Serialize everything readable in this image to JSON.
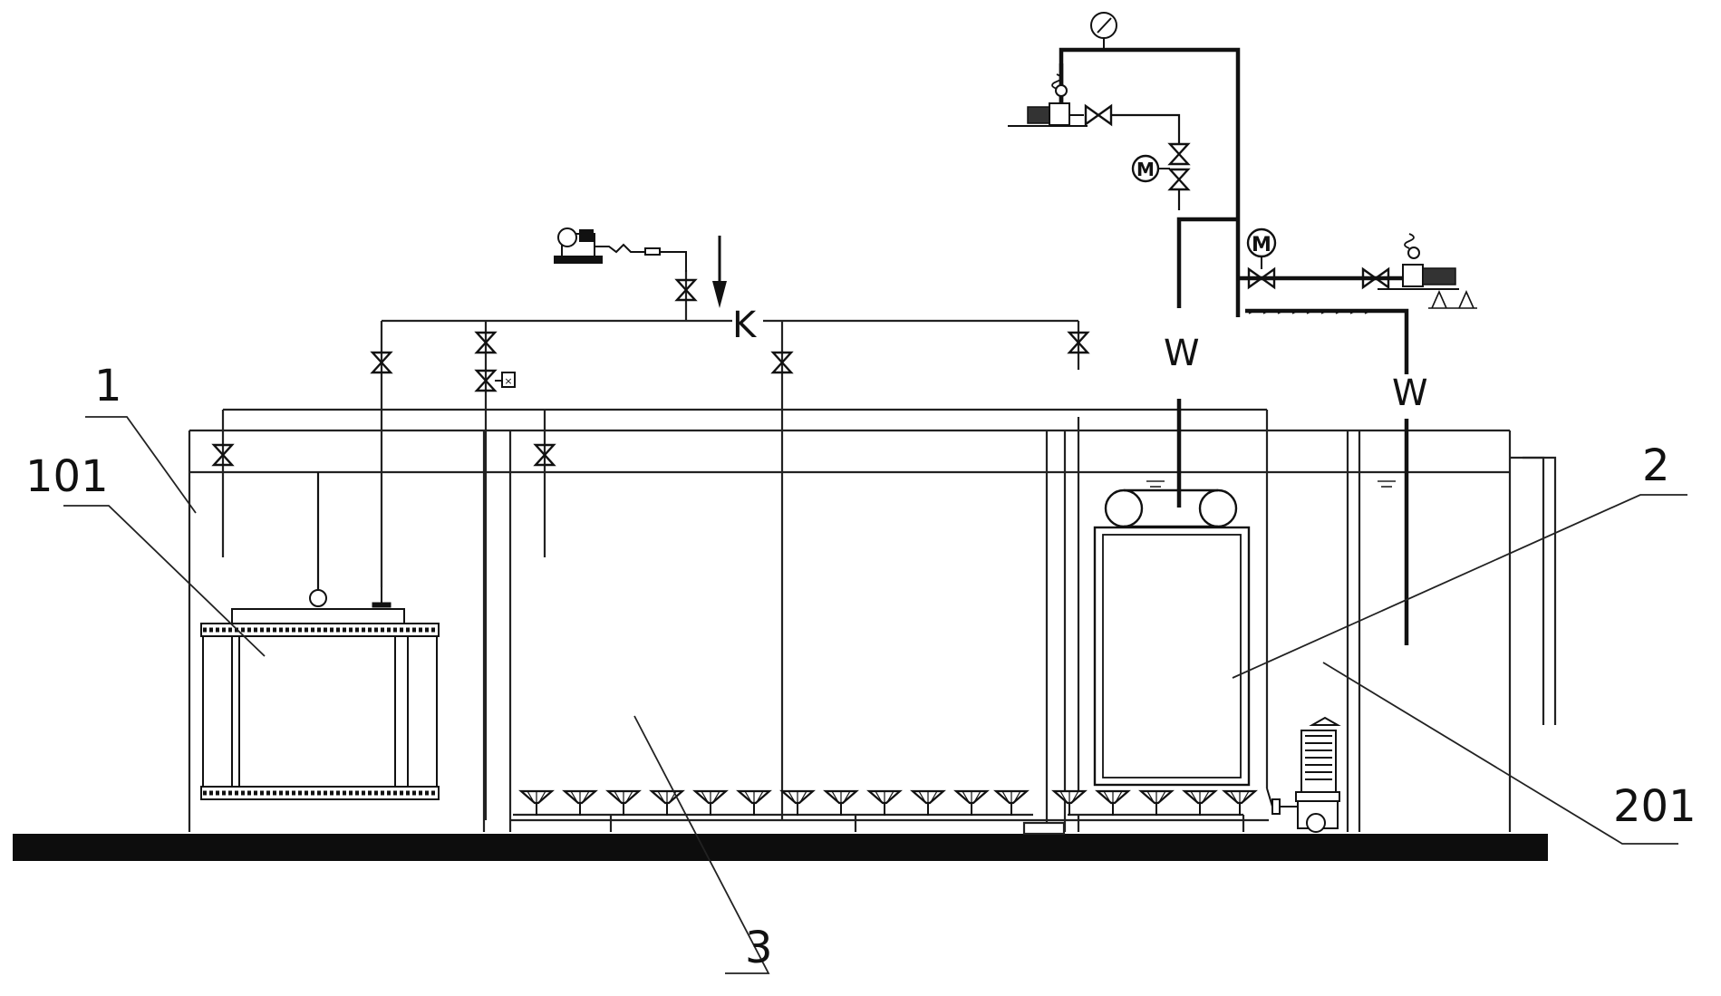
{
  "diagram": {
    "labels": {
      "tank": "1",
      "module": "101",
      "membrane_zone": "2",
      "pump_zone": "201",
      "aeration_zone": "3"
    },
    "pipe_markers": {
      "air_main": "K",
      "water_left": "W",
      "water_right": "W"
    },
    "motor_symbol": "M",
    "components": [
      "pressure-gauge-icon",
      "suction-pump-icon",
      "blower-icon",
      "motorized-valve-icon",
      "manual-valve-icon",
      "submersible-pump-icon",
      "aerator-diffuser-icon",
      "membrane-module-icon"
    ]
  }
}
